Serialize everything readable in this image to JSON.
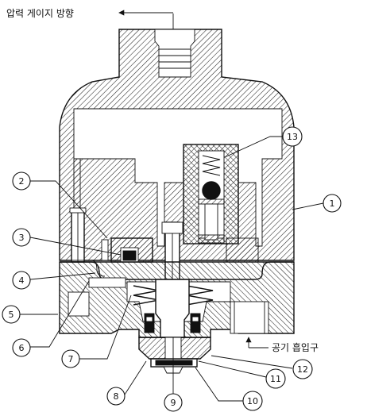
{
  "labels": {
    "pressure_gauge_direction": "압력 게이지 방향",
    "air_inlet": "공기 흡입구"
  },
  "callouts": [
    "1",
    "2",
    "3",
    "4",
    "5",
    "6",
    "7",
    "8",
    "9",
    "10",
    "11",
    "12",
    "13"
  ],
  "colors": {
    "line": "#111111",
    "hatch": "#222222",
    "cavity": "#ffffff",
    "background": "#ffffff"
  }
}
